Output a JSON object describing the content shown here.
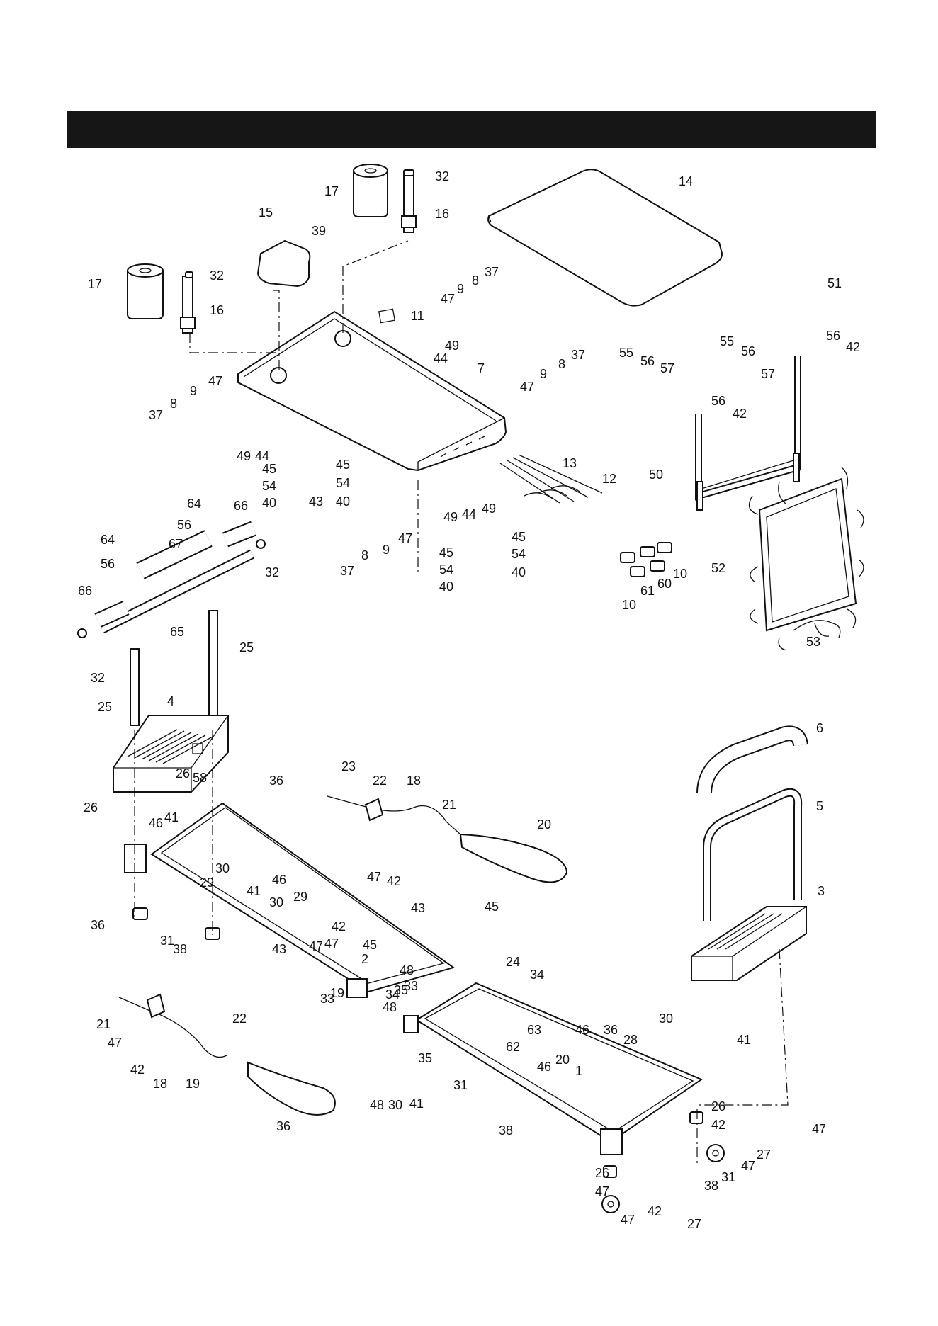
{
  "header": {
    "title": ""
  },
  "callouts": [
    {
      "text": "14"
    },
    {
      "text": "17"
    },
    {
      "text": "32"
    },
    {
      "text": "16"
    },
    {
      "text": "15"
    },
    {
      "text": "39"
    },
    {
      "text": "17"
    },
    {
      "text": "32"
    },
    {
      "text": "16"
    },
    {
      "text": "37"
    },
    {
      "text": "8"
    },
    {
      "text": "9"
    },
    {
      "text": "47"
    },
    {
      "text": "11"
    },
    {
      "text": "49"
    },
    {
      "text": "44"
    },
    {
      "text": "51"
    },
    {
      "text": "7"
    },
    {
      "text": "37"
    },
    {
      "text": "8"
    },
    {
      "text": "9"
    },
    {
      "text": "47"
    },
    {
      "text": "55"
    },
    {
      "text": "56"
    },
    {
      "text": "57"
    },
    {
      "text": "56"
    },
    {
      "text": "42"
    },
    {
      "text": "56"
    },
    {
      "text": "57"
    },
    {
      "text": "55"
    },
    {
      "text": "56"
    },
    {
      "text": "42"
    },
    {
      "text": "47"
    },
    {
      "text": "9"
    },
    {
      "text": "37"
    },
    {
      "text": "8"
    },
    {
      "text": "49"
    },
    {
      "text": "44"
    },
    {
      "text": "45"
    },
    {
      "text": "54"
    },
    {
      "text": "40"
    },
    {
      "text": "43"
    },
    {
      "text": "45"
    },
    {
      "text": "54"
    },
    {
      "text": "40"
    },
    {
      "text": "13"
    },
    {
      "text": "12"
    },
    {
      "text": "50"
    },
    {
      "text": "64"
    },
    {
      "text": "66"
    },
    {
      "text": "56"
    },
    {
      "text": "64"
    },
    {
      "text": "67"
    },
    {
      "text": "56"
    },
    {
      "text": "32"
    },
    {
      "text": "49"
    },
    {
      "text": "44"
    },
    {
      "text": "49"
    },
    {
      "text": "37"
    },
    {
      "text": "8"
    },
    {
      "text": "9"
    },
    {
      "text": "47"
    },
    {
      "text": "45"
    },
    {
      "text": "54"
    },
    {
      "text": "40"
    },
    {
      "text": "45"
    },
    {
      "text": "54"
    },
    {
      "text": "40"
    },
    {
      "text": "10"
    },
    {
      "text": "61"
    },
    {
      "text": "60"
    },
    {
      "text": "10"
    },
    {
      "text": "52"
    },
    {
      "text": "53"
    },
    {
      "text": "66"
    },
    {
      "text": "65"
    },
    {
      "text": "32"
    },
    {
      "text": "25"
    },
    {
      "text": "25"
    },
    {
      "text": "4"
    },
    {
      "text": "58"
    },
    {
      "text": "6"
    },
    {
      "text": "5"
    },
    {
      "text": "3"
    },
    {
      "text": "26"
    },
    {
      "text": "36"
    },
    {
      "text": "26"
    },
    {
      "text": "46"
    },
    {
      "text": "41"
    },
    {
      "text": "30"
    },
    {
      "text": "29"
    },
    {
      "text": "23"
    },
    {
      "text": "22"
    },
    {
      "text": "18"
    },
    {
      "text": "21"
    },
    {
      "text": "20"
    },
    {
      "text": "47"
    },
    {
      "text": "42"
    },
    {
      "text": "46"
    },
    {
      "text": "41"
    },
    {
      "text": "29"
    },
    {
      "text": "30"
    },
    {
      "text": "36"
    },
    {
      "text": "31"
    },
    {
      "text": "38"
    },
    {
      "text": "42"
    },
    {
      "text": "47"
    },
    {
      "text": "47"
    },
    {
      "text": "43"
    },
    {
      "text": "45"
    },
    {
      "text": "2"
    },
    {
      "text": "43"
    },
    {
      "text": "45"
    },
    {
      "text": "48"
    },
    {
      "text": "35"
    },
    {
      "text": "33"
    },
    {
      "text": "34"
    },
    {
      "text": "19"
    },
    {
      "text": "33"
    },
    {
      "text": "34"
    },
    {
      "text": "48"
    },
    {
      "text": "24"
    },
    {
      "text": "21"
    },
    {
      "text": "22"
    },
    {
      "text": "47"
    },
    {
      "text": "42"
    },
    {
      "text": "18"
    },
    {
      "text": "19"
    },
    {
      "text": "35"
    },
    {
      "text": "48"
    },
    {
      "text": "30"
    },
    {
      "text": "41"
    },
    {
      "text": "63"
    },
    {
      "text": "46"
    },
    {
      "text": "62"
    },
    {
      "text": "46"
    },
    {
      "text": "36"
    },
    {
      "text": "28"
    },
    {
      "text": "30"
    },
    {
      "text": "41"
    },
    {
      "text": "20"
    },
    {
      "text": "1"
    },
    {
      "text": "36"
    },
    {
      "text": "31"
    },
    {
      "text": "38"
    },
    {
      "text": "26"
    },
    {
      "text": "42"
    },
    {
      "text": "47"
    },
    {
      "text": "27"
    },
    {
      "text": "47"
    },
    {
      "text": "31"
    },
    {
      "text": "38"
    },
    {
      "text": "26"
    },
    {
      "text": "47"
    },
    {
      "text": "27"
    },
    {
      "text": "42"
    },
    {
      "text": "47"
    }
  ]
}
